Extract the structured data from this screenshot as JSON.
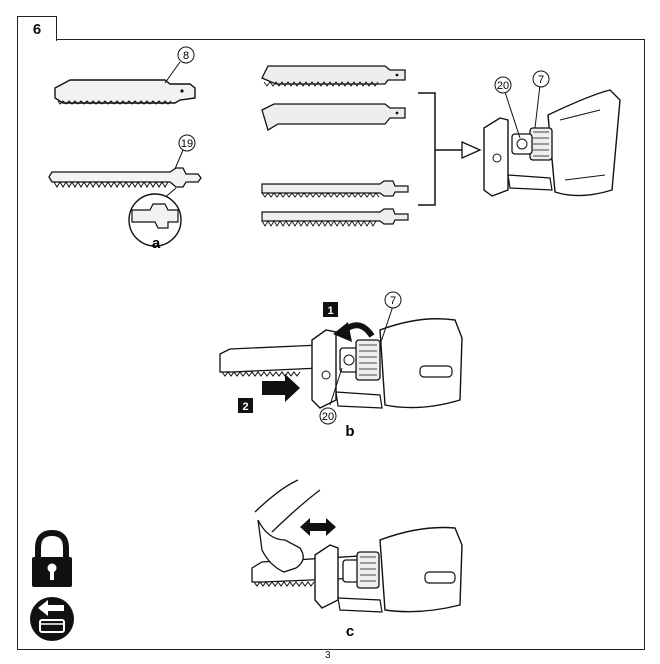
{
  "figure": {
    "number": "6",
    "page_number": "3",
    "part_labels": {
      "a": "a",
      "b": "b",
      "c": "c"
    },
    "callouts": {
      "saw_blade": "8",
      "jigsaw_blade": "19",
      "blade_lever_top": "7",
      "blade_clamp_top": "20",
      "lever_b": "7",
      "clamp_b": "20"
    },
    "steps": {
      "one": "1",
      "two": "2"
    },
    "icons": [
      "padlock-icon",
      "eject-back-icon"
    ]
  }
}
